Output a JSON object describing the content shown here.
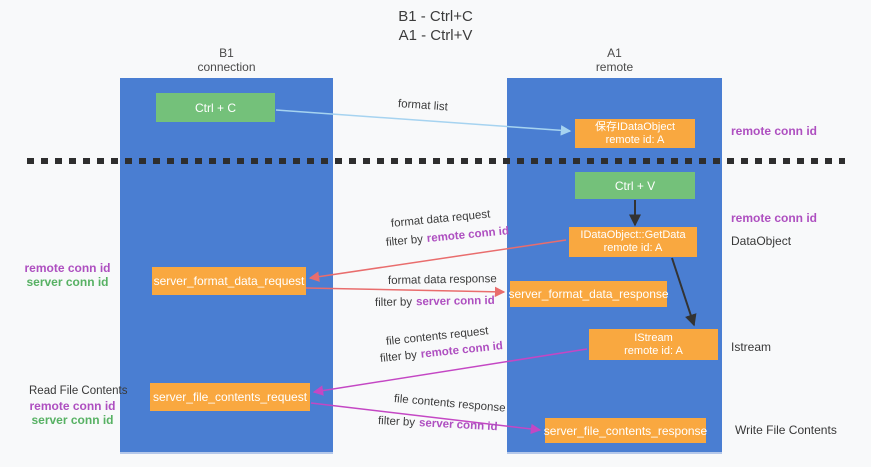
{
  "colors": {
    "background": "#f8f9fa",
    "lane_blue": "#4a7ed2",
    "green_box": "#74c17a",
    "orange_box": "#f9a840",
    "arrow_blue": "#a6d3f0",
    "arrow_black": "#333333",
    "arrow_red": "#e96d6d",
    "arrow_magenta": "#c447c4",
    "text_purple": "#ae4fc0",
    "text_green": "#57b163",
    "text_dark": "#3c3c3c",
    "dash": "#2e2e2e"
  },
  "title": {
    "line1": "B1 - Ctrl+C",
    "line2": "A1 - Ctrl+V"
  },
  "lanes": {
    "left": {
      "name": "B1",
      "sub": "connection"
    },
    "right": {
      "name": "A1",
      "sub": "remote"
    }
  },
  "nodes": {
    "ctrl_c": {
      "label": "Ctrl + C"
    },
    "ctrl_v": {
      "label": "Ctrl + V"
    },
    "save_dataobject": {
      "line1": "保存IDataObject",
      "line2": "remote id: A"
    },
    "getdata": {
      "line1": "IDataObject::GetData",
      "line2": "remote id: A"
    },
    "istream": {
      "line1": "IStream",
      "line2": "remote id: A"
    },
    "format_request": {
      "label": "server_format_data_request"
    },
    "format_response": {
      "label": "server_format_data_response"
    },
    "file_request": {
      "label": "server_file_contents_request"
    },
    "file_response": {
      "label": "server_file_contents_response"
    }
  },
  "right_labels": {
    "remote_conn_top": "remote conn id",
    "remote_conn_mid": "remote conn id",
    "dataobject": "DataObject",
    "istream": "Istream",
    "write_file": "Write File Contents"
  },
  "left_labels": {
    "remote_conn_top": "remote conn id",
    "server_conn_top": "server conn id",
    "read_file": "Read File Contents",
    "remote_conn_bottom": "remote conn id",
    "server_conn_bottom": "server conn id"
  },
  "edge_labels": {
    "format_list": "format list",
    "format_request": "format data request",
    "format_response": "format data response",
    "file_request": "file contents request",
    "file_response": "file contents response",
    "filter_by": "filter by",
    "remote_key": "remote conn id",
    "server_key": "server conn id"
  }
}
